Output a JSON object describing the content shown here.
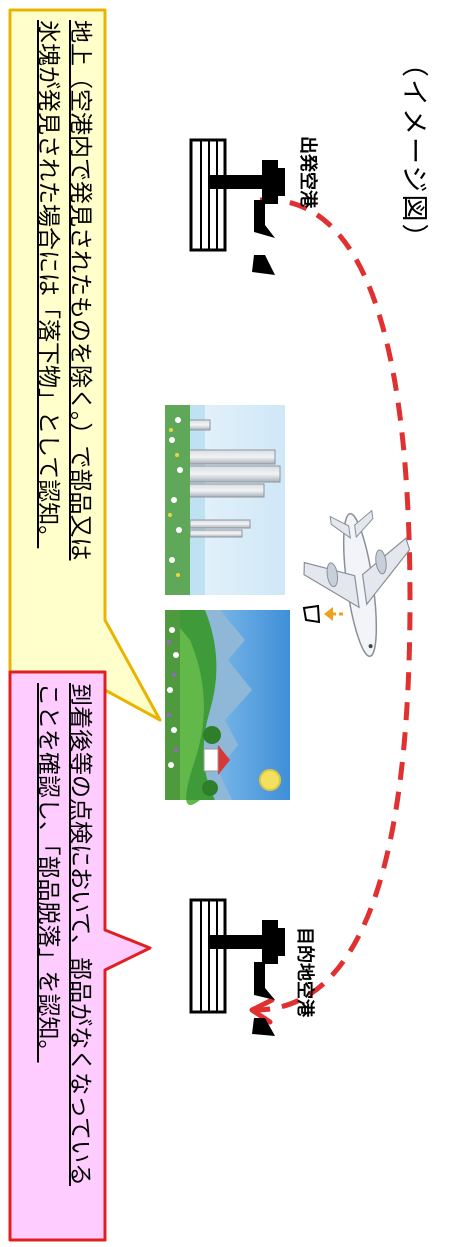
{
  "title": "（イメージ図）",
  "departure_airport": {
    "label": "出発空港",
    "icon": "airport-icon"
  },
  "arrival_airport": {
    "label": "目的地空港",
    "icon": "airport-icon"
  },
  "scenes": [
    {
      "name": "city-scene",
      "description_icon": "city-buildings-icon"
    },
    {
      "name": "countryside-scene",
      "description_icon": "countryside-icon"
    }
  ],
  "aircraft": {
    "icon": "airplane-icon",
    "part_icon": "falling-part-icon"
  },
  "callout_ground": {
    "lines": [
      "地上（空港内で発見されたものを除く。）で部品又は",
      "氷塊が発見された場合には「落下物」として認知。"
    ],
    "border_color": "#e8b400",
    "fill_color": "#ffffcc"
  },
  "callout_arrival": {
    "lines": [
      "到着後等の点検において、部品がなくなっている",
      "ことを確認し、「部品脱落」を認知。"
    ],
    "border_color": "#e02020",
    "fill_color": "#ffccff"
  },
  "colors": {
    "flight_path": "#e03030",
    "part_arrow": "#f0a020"
  }
}
